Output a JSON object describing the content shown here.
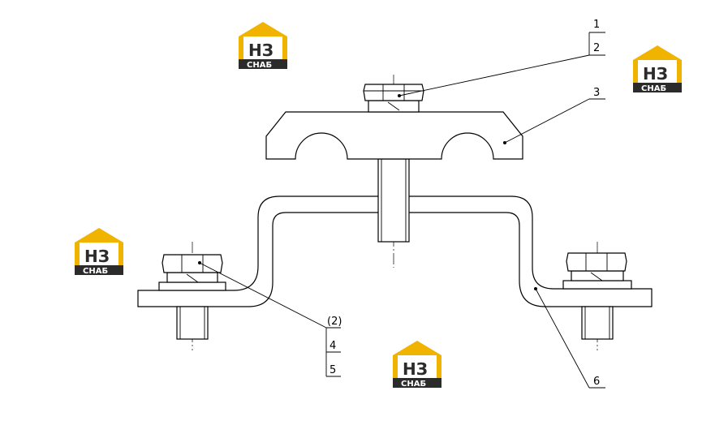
{
  "labels": {
    "l1": "1",
    "l2": "2",
    "l3": "3",
    "l2b": "(2)",
    "l4": "4",
    "l5": "5",
    "l6": "6"
  },
  "logo": {
    "letters": "НЗ",
    "caption": "СНАБ",
    "colors": {
      "roof": "#f0b400",
      "body": "#2b2b2b",
      "accent": "#f0b400"
    }
  },
  "colors": {
    "line": "#000000",
    "background": "#ffffff"
  }
}
